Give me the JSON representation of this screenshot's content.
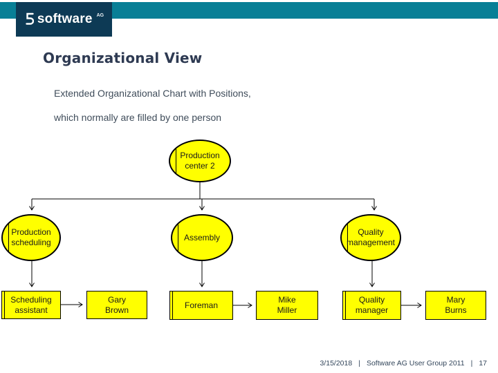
{
  "header": {
    "logo_word": "software",
    "logo_suffix": "AG"
  },
  "slide": {
    "title": "Organizational View",
    "subtitle_line1": "Extended Organizational Chart with Positions,",
    "subtitle_line2": "which normally are filled by one person"
  },
  "colors": {
    "accent_teal": "#087f96",
    "logo_navy": "#0d3a55",
    "title_navy": "#2e3a52",
    "node_fill": "#ffff00",
    "node_border": "#000000"
  },
  "diagram": {
    "type": "org-chart",
    "nodes": [
      {
        "id": "production-center-2",
        "symbol": "org-unit-ellipse",
        "label": "Production\ncenter 2"
      },
      {
        "id": "production-scheduling",
        "symbol": "org-unit-ellipse",
        "label": "Production\nscheduling"
      },
      {
        "id": "assembly",
        "symbol": "org-unit-ellipse",
        "label": "Assembly"
      },
      {
        "id": "quality-management",
        "symbol": "org-unit-ellipse",
        "label": "Quality\nmanagement"
      },
      {
        "id": "scheduling-assistant",
        "symbol": "position-box",
        "label": "Scheduling\nassistant"
      },
      {
        "id": "gary-brown",
        "symbol": "person-box",
        "label": "Gary\nBrown"
      },
      {
        "id": "foreman",
        "symbol": "position-box",
        "label": "Foreman"
      },
      {
        "id": "mike-miller",
        "symbol": "person-box",
        "label": "Mike\nMiller"
      },
      {
        "id": "quality-manager",
        "symbol": "position-box",
        "label": "Quality\nmanager"
      },
      {
        "id": "mary-burns",
        "symbol": "person-box",
        "label": "Mary\nBurns"
      }
    ],
    "edges": [
      {
        "from": "production-center-2",
        "to": "production-scheduling",
        "style": "arrow"
      },
      {
        "from": "production-center-2",
        "to": "assembly",
        "style": "arrow"
      },
      {
        "from": "production-center-2",
        "to": "quality-management",
        "style": "arrow"
      },
      {
        "from": "production-scheduling",
        "to": "scheduling-assistant",
        "style": "arrow"
      },
      {
        "from": "assembly",
        "to": "foreman",
        "style": "arrow"
      },
      {
        "from": "quality-management",
        "to": "quality-manager",
        "style": "arrow"
      },
      {
        "from": "scheduling-assistant",
        "to": "gary-brown",
        "style": "arrow"
      },
      {
        "from": "foreman",
        "to": "mike-miller",
        "style": "arrow"
      },
      {
        "from": "quality-manager",
        "to": "mary-burns",
        "style": "arrow"
      }
    ]
  },
  "footer": {
    "date": "3/15/2018",
    "separator": "|",
    "event": "Software AG User Group 2011",
    "page": "17"
  }
}
